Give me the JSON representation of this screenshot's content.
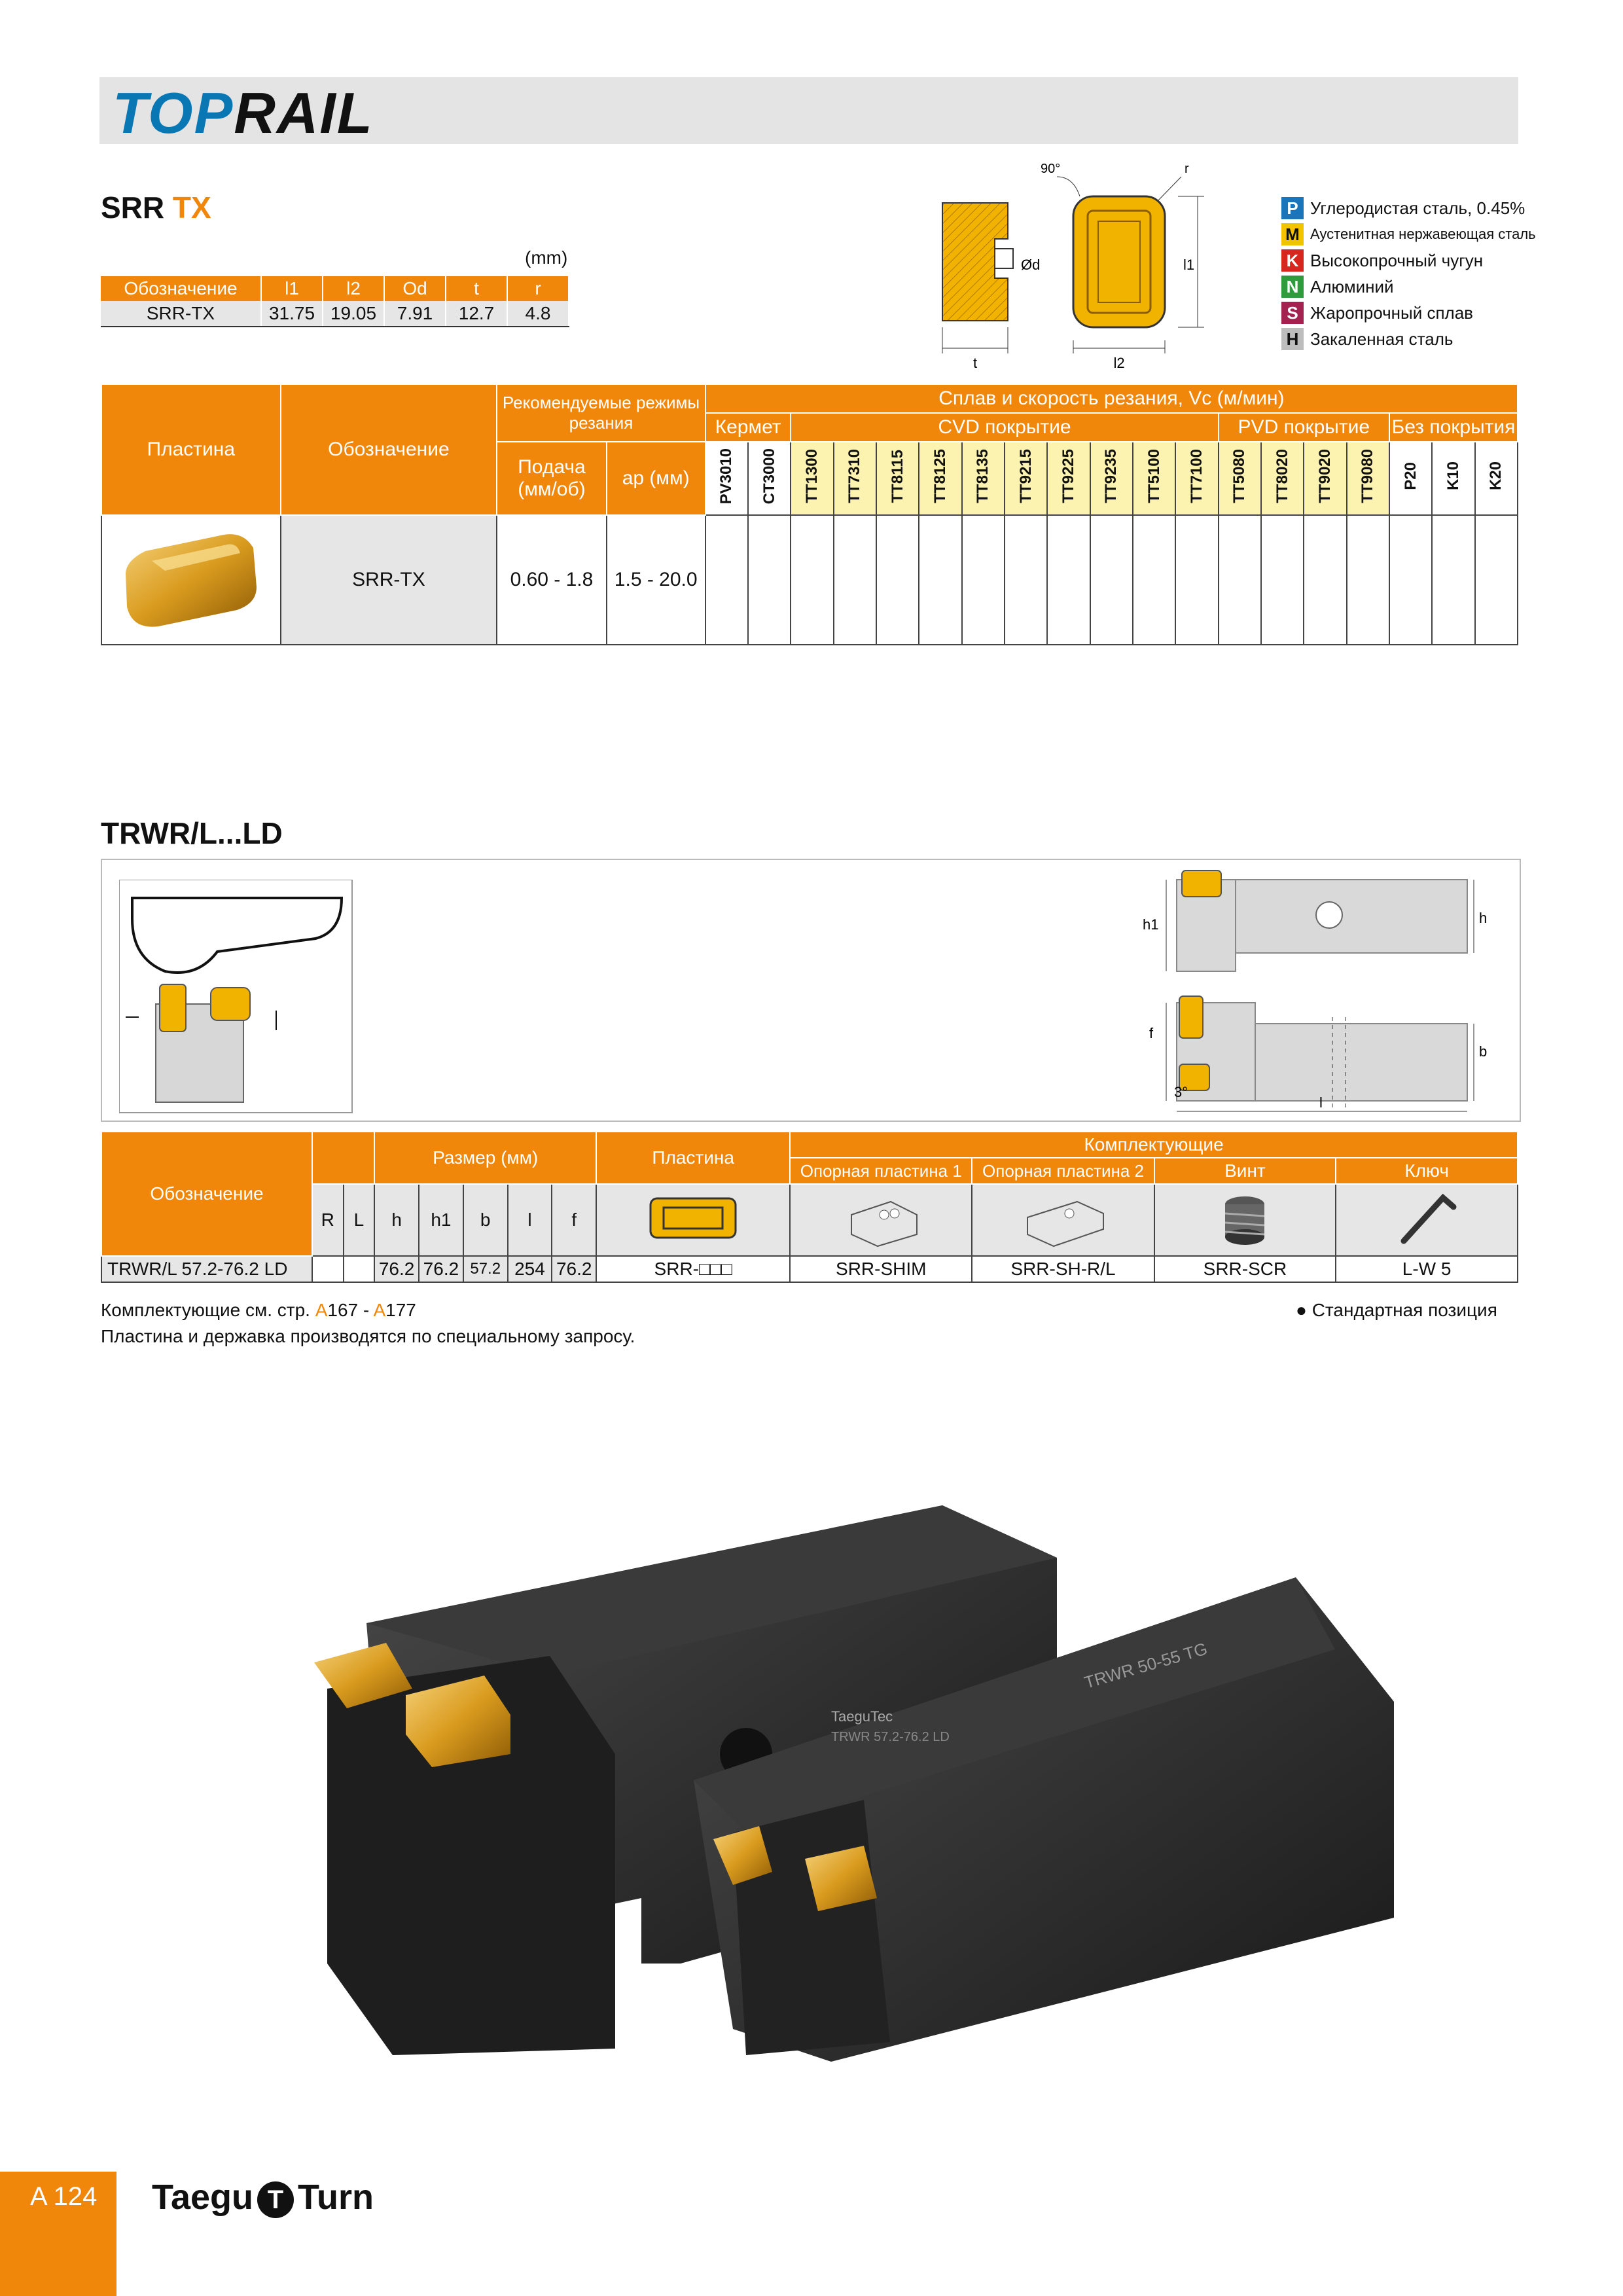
{
  "brand": {
    "top": "TOP",
    "rail": "RAIL"
  },
  "srr": {
    "title_main": "SRR",
    "title_accent": "TX",
    "unit": "(mm)",
    "headers": [
      "Обозначение",
      "l1",
      "l2",
      "Od",
      "t",
      "r"
    ],
    "row": [
      "SRR-TX",
      "31.75",
      "19.05",
      "7.91",
      "12.7",
      "4.8"
    ]
  },
  "drawing_labels": {
    "angle": "90°",
    "r": "r",
    "d": "Ød",
    "l1": "l1",
    "t": "t",
    "l2": "l2"
  },
  "iso": [
    {
      "code": "P",
      "label": "Углеродистая сталь, 0.45%",
      "color": "#1a75bb"
    },
    {
      "code": "M",
      "label": "Аустенитная нержавеющая сталь",
      "color": "#f2c400"
    },
    {
      "code": "K",
      "label": "Высокопрочный чугун",
      "color": "#d7261e"
    },
    {
      "code": "N",
      "label": "Алюминий",
      "color": "#2e9c3d"
    },
    {
      "code": "S",
      "label": "Жаропрочный сплав",
      "color": "#a3224f"
    },
    {
      "code": "H",
      "label": "Закаленная сталь",
      "color": "#bdbdbd"
    }
  ],
  "grade_table": {
    "col_plate": "Пластина",
    "col_designation": "Обозначение",
    "recommended": "Рекомендуемые режимы резания",
    "feed": "Подача (мм/об)",
    "ap": "ap (мм)",
    "alloy_speed": "Сплав и скорость резания, Vc (м/мин)",
    "groups": [
      "Кермет",
      "CVD покрытие",
      "PVD покрытие",
      "Без покрытия"
    ],
    "cermet": [
      "PV3010",
      "CT3000"
    ],
    "cvd": [
      "TT1300",
      "TT7310",
      "TT8115",
      "TT8125",
      "TT8135",
      "TT9215",
      "TT9225",
      "TT9235",
      "TT5100",
      "TT7100"
    ],
    "pvd": [
      "TT5080",
      "TT8020",
      "TT9020",
      "TT9080"
    ],
    "uncoated": [
      "P20",
      "K10",
      "K20"
    ],
    "row": {
      "designation": "SRR-TX",
      "feed": "0.60 - 1.8",
      "ap": "1.5 - 20.0"
    }
  },
  "trwr": {
    "title": "TRWR/L...LD",
    "drawing_labels": {
      "h1": "h1",
      "h": "h",
      "f": "f",
      "b": "b",
      "angle": "3°",
      "l": "l"
    },
    "headers": {
      "designation": "Обозначение",
      "size": "Размер (мм)",
      "insert": "Пластина",
      "components": "Комплектующие",
      "shim1": "Опорная пластина 1",
      "shim2": "Опорная пластина 2",
      "screw": "Винт",
      "key": "Ключ",
      "dims": [
        "R",
        "L",
        "h",
        "h1",
        "b",
        "l",
        "f"
      ]
    },
    "row": {
      "designation": "TRWR/L   57.2-76.2 LD",
      "r": "",
      "l_hand": "",
      "h": "76.2",
      "h1": "76.2",
      "b": "57.2",
      "l": "254",
      "f": "76.2",
      "insert": "SRR-□□□",
      "shim1": "SRR-SHIM",
      "shim2": "SRR-SH-R/L",
      "screw": "SRR-SCR",
      "key": "L-W 5"
    },
    "note1_prefix": "Комплектующие см. стр. ",
    "note1_a1": "A",
    "note1_p1": "167 - ",
    "note1_a2": "A",
    "note1_p2": "177",
    "note2": "Пластина и державка производятся по специальному запросу.",
    "standard": "● Стандартная позиция"
  },
  "photo_labels": {
    "brand": "TaeguTec",
    "model1": "TRWR 57.2-76.2 LD",
    "model2": "TRWR 50-55 TG"
  },
  "footer": {
    "page": "A 124",
    "logo_left": "Taegu",
    "logo_right": "Turn"
  }
}
